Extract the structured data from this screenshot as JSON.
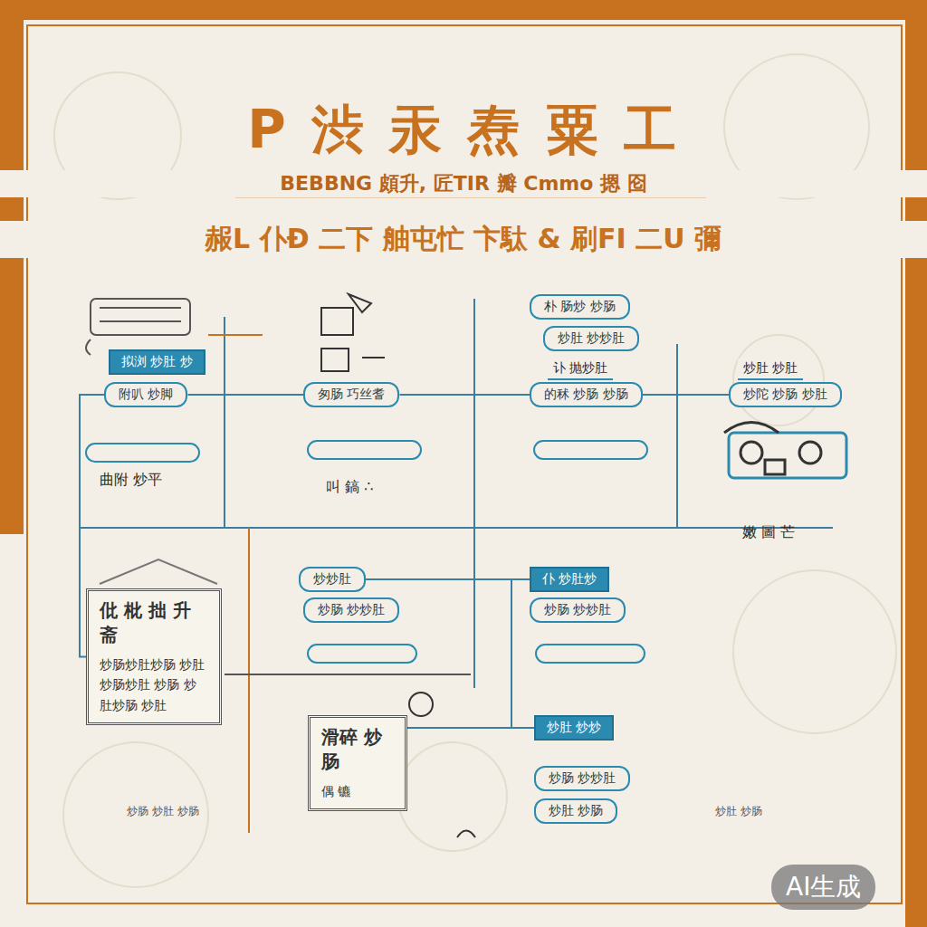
{
  "diagram": {
    "title": "P 渋 汞 焘 粟 工",
    "nodes": [
      {
        "text": [
          "拟浏 炒肚 炒"
        ]
      },
      {
        "text": [
          "附叭 炒脚"
        ]
      },
      {
        "text": [
          "匆肠 巧丝耆"
        ]
      },
      {
        "text": [
          "朴 肠炒 炒肠"
        ]
      },
      {
        "text": [
          "炒肚 炒炒肚"
        ]
      },
      {
        "text": [
          "讣 抛炒肚"
        ]
      },
      {
        "text": [
          "的秫 炒肠 炒肠"
        ]
      },
      {
        "text": [
          "炒肚 炒肚"
        ]
      },
      {
        "text": [
          "炒陀 炒肠 炒肚"
        ]
      },
      {
        "text": [
          "炒炒肚"
        ]
      },
      {
        "text": [
          "炒肠 炒炒肚"
        ]
      },
      {
        "text": [
          "仆 炒肚炒"
        ]
      },
      {
        "text": [
          "炒肠 炒炒肚"
        ]
      },
      {
        "text": [
          "仳 枇 拙 升 斋",
          "炒肠炒肚炒肠 炒肚 炒肠炒肚 炒肠 炒肚炒肠 炒肚"
        ]
      },
      {
        "text": [
          "滑碎 炒肠",
          "偶 镳"
        ]
      },
      {
        "text": [
          "炒肚 炒炒"
        ]
      },
      {
        "text": [
          "炒肠 炒炒肚"
        ]
      },
      {
        "text": [
          "炒肚 炒肠"
        ]
      }
    ],
    "edges": [
      {
        "from": 1,
        "to": 2,
        "arrow": "none"
      },
      {
        "from": 2,
        "to": 6,
        "arrow": "none"
      },
      {
        "from": 6,
        "to": 8,
        "arrow": "none"
      },
      {
        "from": 1,
        "to": 13,
        "arrow": "none"
      },
      {
        "from": 9,
        "to": 11,
        "arrow": "none"
      },
      {
        "from": 11,
        "to": 15,
        "arrow": "none"
      },
      {
        "from": 14,
        "to": 15,
        "arrow": "none"
      }
    ],
    "labels": [
      "BEBBNG 頗升, 匠TIR 瓣 Cmmo 摁 囵",
      "赧L 仆Ð 二下 舳屯忙 卞駄 & 刷FI 二U 彌",
      "曲附 炒平",
      "叫 鎬 ∴",
      "嫩 圖 芒",
      "炒肠 炒肚 炒肠",
      "炒肚 炒肠",
      "AI生成"
    ]
  }
}
